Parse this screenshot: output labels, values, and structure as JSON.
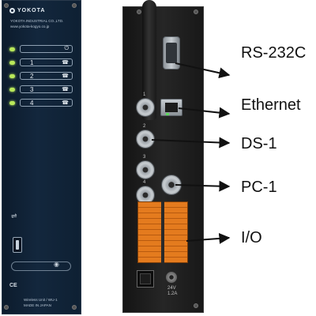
{
  "front_panel": {
    "brand": "YOKOTA",
    "company": "YOKOTA INDUSTRIAL CO.,LTD.",
    "website": "www.yokota-kogyo.co.jp",
    "channels": [
      "1",
      "2",
      "3",
      "4"
    ],
    "marks": [
      "CE"
    ],
    "small_text": [
      "Wireless Unit / WU-1",
      "MADE IN JAPAN"
    ]
  },
  "rear_panel": {
    "port_numbers": [
      "1",
      "2",
      "3",
      "4"
    ],
    "power_label": "24V",
    "current_label": "1.2A"
  },
  "callouts": [
    {
      "label": "RS-232C"
    },
    {
      "label": "Ethernet"
    },
    {
      "label": "DS-1"
    },
    {
      "label": "PC-1"
    },
    {
      "label": "I/O"
    }
  ],
  "colors": {
    "front_panel": "#13273d",
    "rear_panel": "#222222",
    "led": "#b9e85a",
    "terminal": "#e47b1e",
    "label_text": "#111111"
  }
}
